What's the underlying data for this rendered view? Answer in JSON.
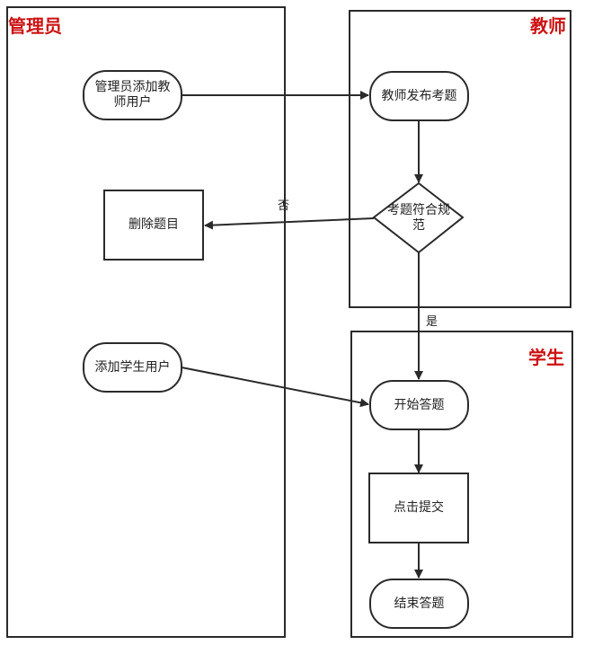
{
  "lanes": {
    "admin": "管理员",
    "teacher": "教师",
    "student": "学生"
  },
  "nodes": {
    "add_teacher": "管理员添加教师用户",
    "publish": "教师发布考题",
    "check": "考题符合规范",
    "delete": "删除题目",
    "add_student": "添加学生用户",
    "start": "开始答题",
    "submit": "点击提交",
    "finish": "结束答题"
  },
  "edges": {
    "no": "否",
    "yes": "是"
  },
  "colors": {
    "lane_title": "#cc1111",
    "stroke": "#2a2a2a"
  }
}
